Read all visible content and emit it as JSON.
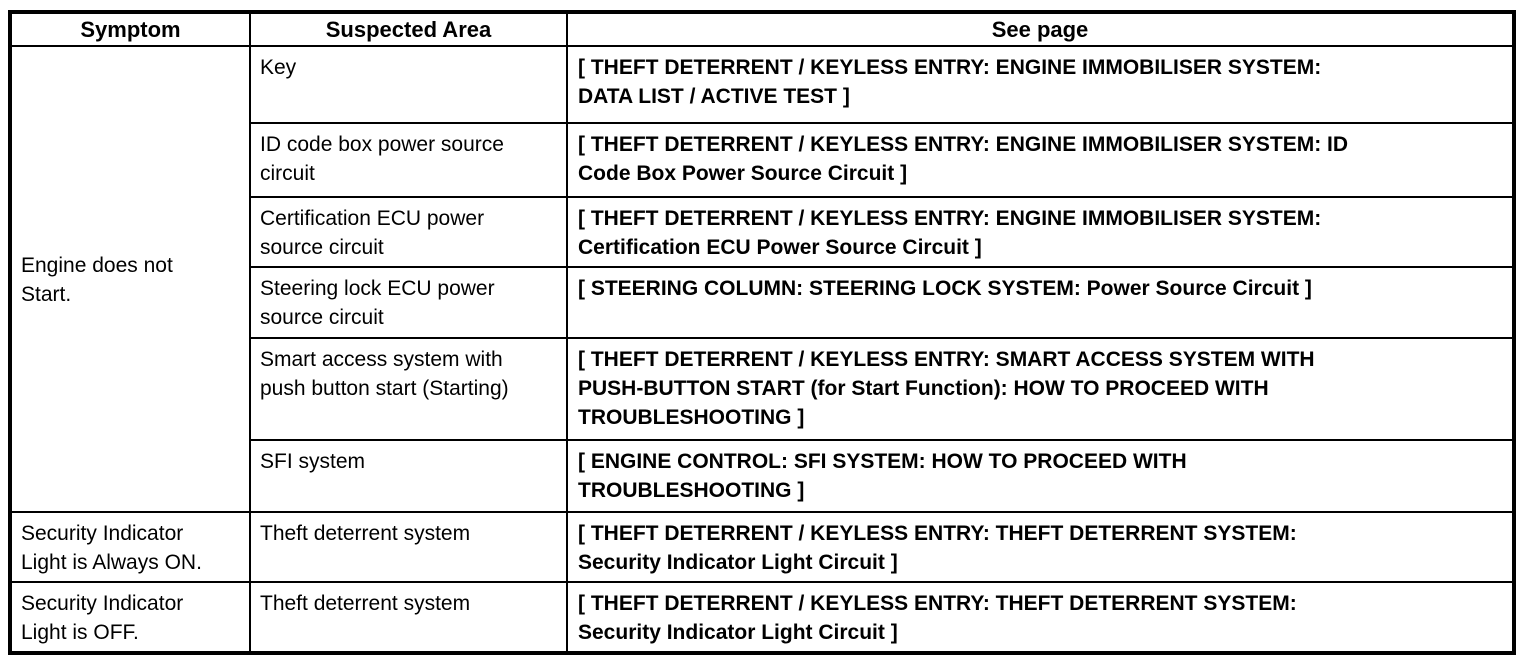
{
  "table": {
    "headers": {
      "symptom": "Symptom",
      "area": "Suspected Area",
      "see": "See page"
    },
    "rows": [
      {
        "symptom": [
          "Engine does not",
          "Start."
        ],
        "symptom_rowspan": 6,
        "area": [
          "Key"
        ],
        "see": [
          "[ THEFT DETERRENT / KEYLESS ENTRY: ENGINE IMMOBILISER SYSTEM:",
          "DATA LIST / ACTIVE TEST ]"
        ]
      },
      {
        "area": [
          "ID code box power source",
          "circuit"
        ],
        "see": [
          "[ THEFT DETERRENT / KEYLESS ENTRY: ENGINE IMMOBILISER SYSTEM: ID",
          "Code Box Power Source Circuit ]"
        ]
      },
      {
        "area": [
          "Certification ECU power",
          "source circuit"
        ],
        "see": [
          "[ THEFT DETERRENT / KEYLESS ENTRY: ENGINE IMMOBILISER SYSTEM:",
          "Certification ECU Power Source Circuit ]"
        ]
      },
      {
        "area": [
          "Steering lock ECU power",
          "source circuit"
        ],
        "see": [
          "[ STEERING COLUMN: STEERING LOCK SYSTEM: Power Source Circuit ]"
        ]
      },
      {
        "area": [
          "Smart access system with",
          "push button start (Starting)"
        ],
        "see": [
          "[ THEFT DETERRENT / KEYLESS ENTRY: SMART ACCESS SYSTEM WITH",
          "PUSH-BUTTON START (for Start Function): HOW TO PROCEED WITH",
          "TROUBLESHOOTING ]"
        ]
      },
      {
        "area": [
          "SFI system"
        ],
        "see": [
          "[ ENGINE CONTROL: SFI SYSTEM: HOW TO PROCEED WITH",
          "TROUBLESHOOTING ]"
        ]
      },
      {
        "symptom": [
          "Security Indicator",
          "Light is Always ON."
        ],
        "area": [
          "Theft deterrent system"
        ],
        "see": [
          "[ THEFT DETERRENT / KEYLESS ENTRY: THEFT DETERRENT SYSTEM:",
          "Security Indicator Light Circuit ]"
        ]
      },
      {
        "symptom": [
          "Security Indicator",
          "Light is OFF."
        ],
        "area": [
          "Theft deterrent system"
        ],
        "see": [
          "[ THEFT DETERRENT / KEYLESS ENTRY: THEFT DETERRENT SYSTEM:",
          "Security Indicator Light Circuit ]"
        ]
      }
    ]
  }
}
